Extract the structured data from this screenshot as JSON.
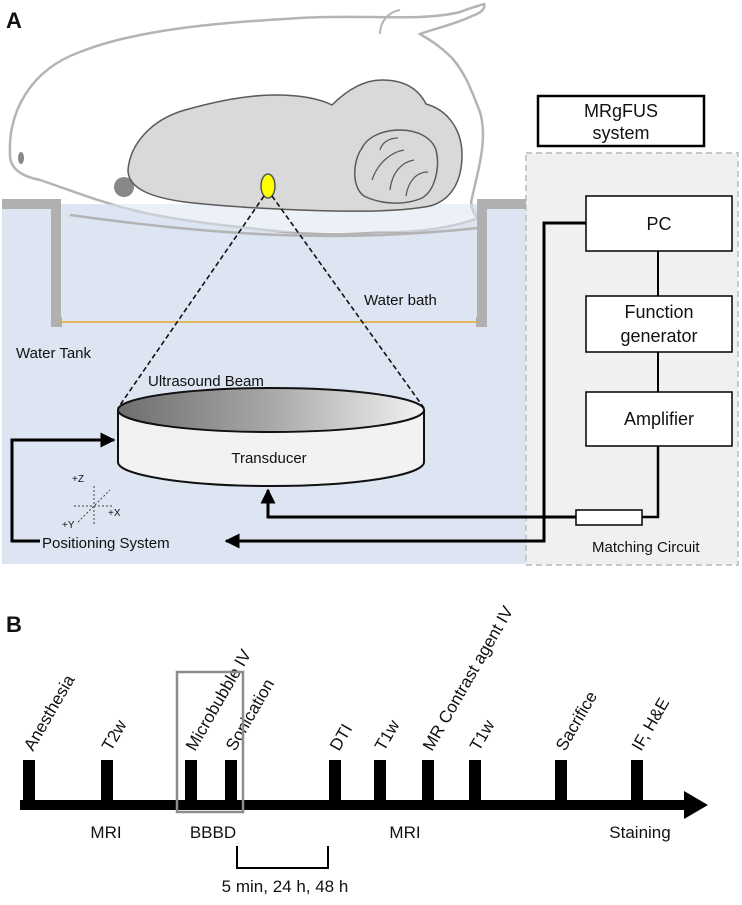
{
  "panel_a": {
    "letter": "A",
    "mrgfus_line1": "MRgFUS",
    "mrgfus_line2": "system",
    "pc": "PC",
    "function_line1": "Function",
    "function_line2": "generator",
    "amplifier": "Amplifier",
    "matching_circuit": "Matching Circuit",
    "water_bath": "Water bath",
    "water_tank": "Water Tank",
    "ultrasound_beam": "Ultrasound Beam",
    "transducer": "Transducer",
    "positioning_system": "Positioning System",
    "axis_z": "+Z",
    "axis_x": "+X",
    "axis_y": "+Y",
    "colors": {
      "water": "#dce5f1",
      "system_panel": "#f0f0f0",
      "focus": "#ffff00",
      "brain": "#d9d9d9",
      "bath_floor": "#e3a82b"
    }
  },
  "panel_b": {
    "letter": "B",
    "events": [
      "Anesthesia",
      "T2w",
      "Microbubble IV",
      "Sonication",
      "DTI",
      "T1w",
      "MR Contrast agent IV",
      "T1w",
      "Sacrifice",
      "IF, H&E"
    ],
    "group_mri1": "MRI",
    "group_bbbd": "BBBD",
    "group_mri2": "MRI",
    "group_staining": "Staining",
    "interval": "5 min, 24 h, 48 h"
  }
}
